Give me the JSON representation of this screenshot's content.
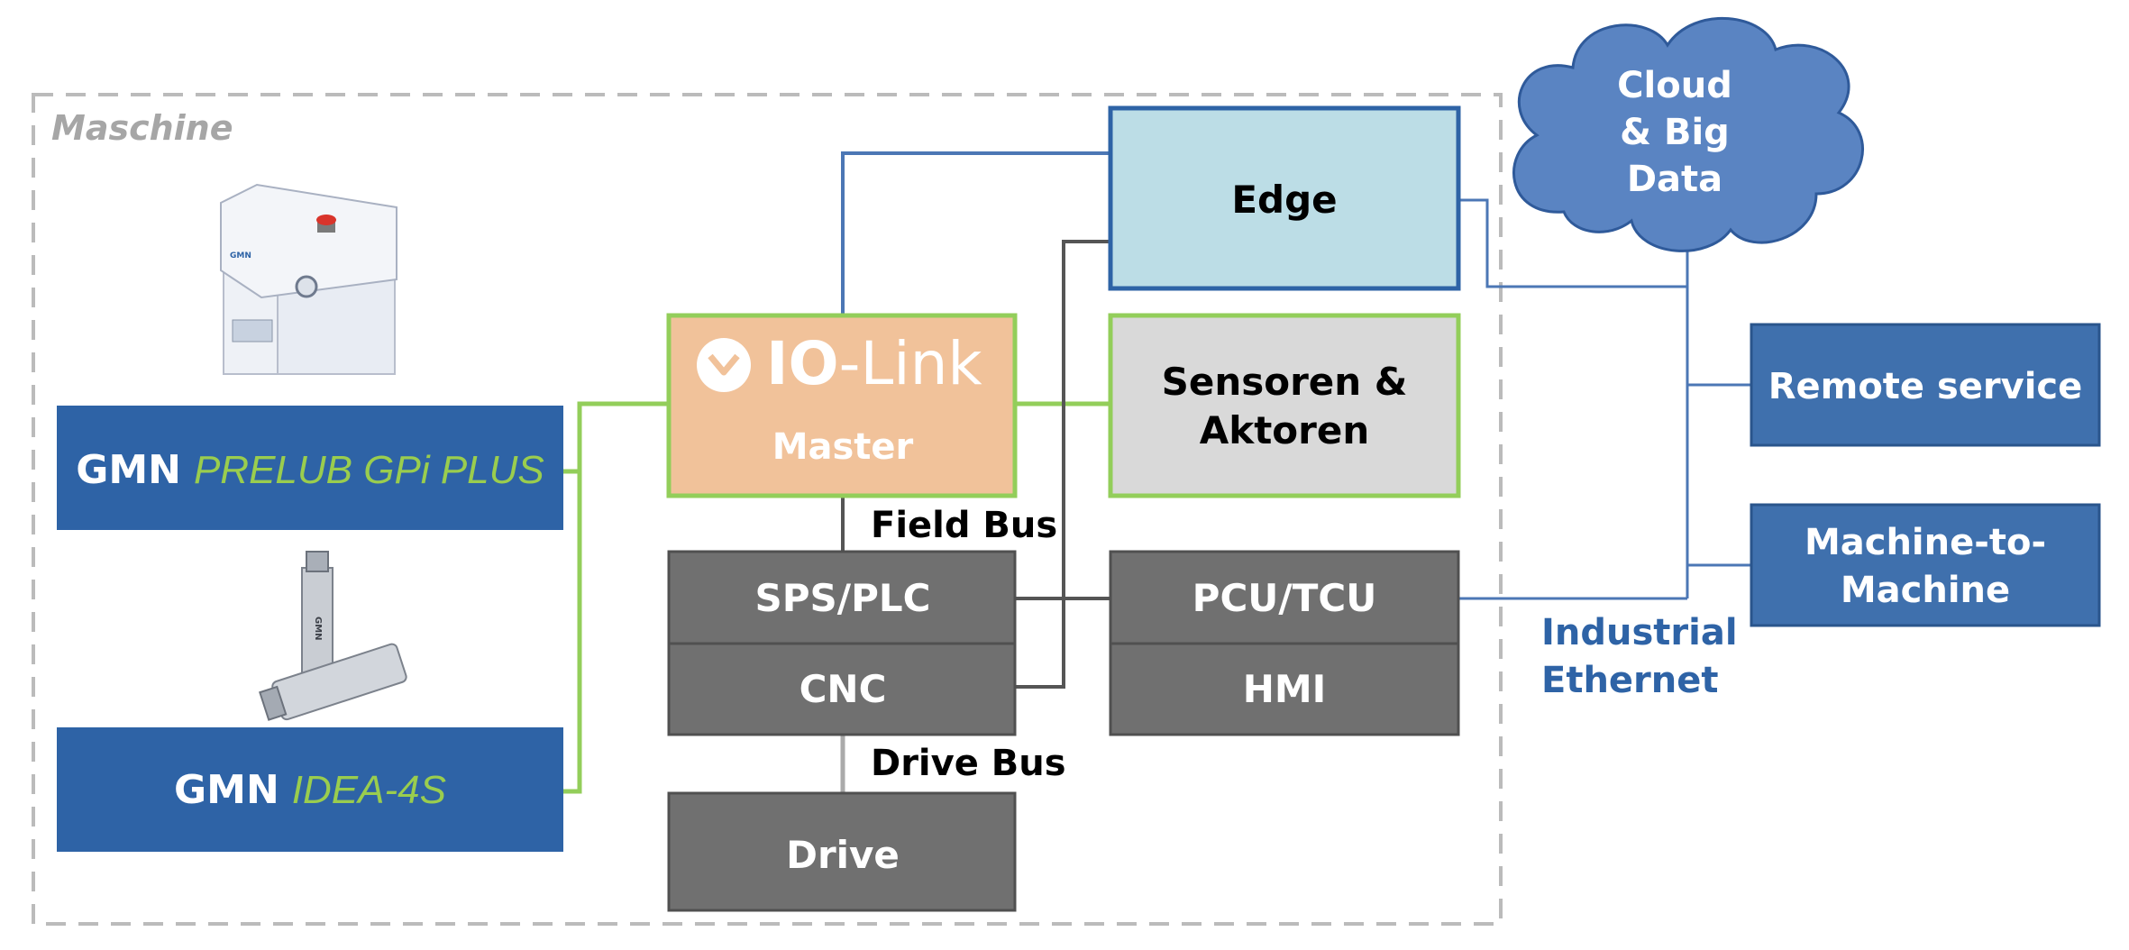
{
  "colors": {
    "gmn_blue": "#2E63A6",
    "gmn_green": "#9ACD4E",
    "io_link_orange": "#F1C29A",
    "edge_fill": "#BCDDE6",
    "edge_border": "#2E63A6",
    "sensor_fill": "#D9D9D9",
    "plc_gray": "#707070",
    "service_blue": "#3F70AD",
    "cloud_blue": "#5A84C2",
    "network_line": "#4C77B5",
    "green_line": "#93CE5A",
    "dark_line": "#555555",
    "boundary_gray": "#BBBBBB"
  },
  "boundary": {
    "label": "Maschine"
  },
  "products": {
    "prelub": {
      "brand": "GMN",
      "model": "PRELUB GPi PLUS",
      "image_icon": "lubrication-unit-icon"
    },
    "idea": {
      "brand": "GMN",
      "model": "IDEA-4S",
      "image_icon": "sensor-cylinder-icon"
    }
  },
  "io_link": {
    "logo_text_bold": "IO",
    "logo_text_rest": "-Link",
    "subtitle": "Master",
    "logo_icon": "io-link-logo-icon"
  },
  "edge": {
    "label": "Edge"
  },
  "sensors": {
    "line1": "Sensoren &",
    "line2": "Aktoren"
  },
  "controllers": {
    "plc": "SPS/PLC",
    "cnc": "CNC",
    "pcu": "PCU/TCU",
    "hmi": "HMI",
    "drive": "Drive"
  },
  "bus_labels": {
    "field_bus": "Field Bus",
    "drive_bus": "Drive Bus"
  },
  "cloud": {
    "line1": "Cloud",
    "line2": "& Big",
    "line3": "Data",
    "icon": "cloud-icon"
  },
  "services": {
    "remote": "Remote service",
    "m2m_line1": "Machine-to-",
    "m2m_line2": "Machine"
  },
  "network": {
    "line1": "Industrial",
    "line2": "Ethernet"
  }
}
